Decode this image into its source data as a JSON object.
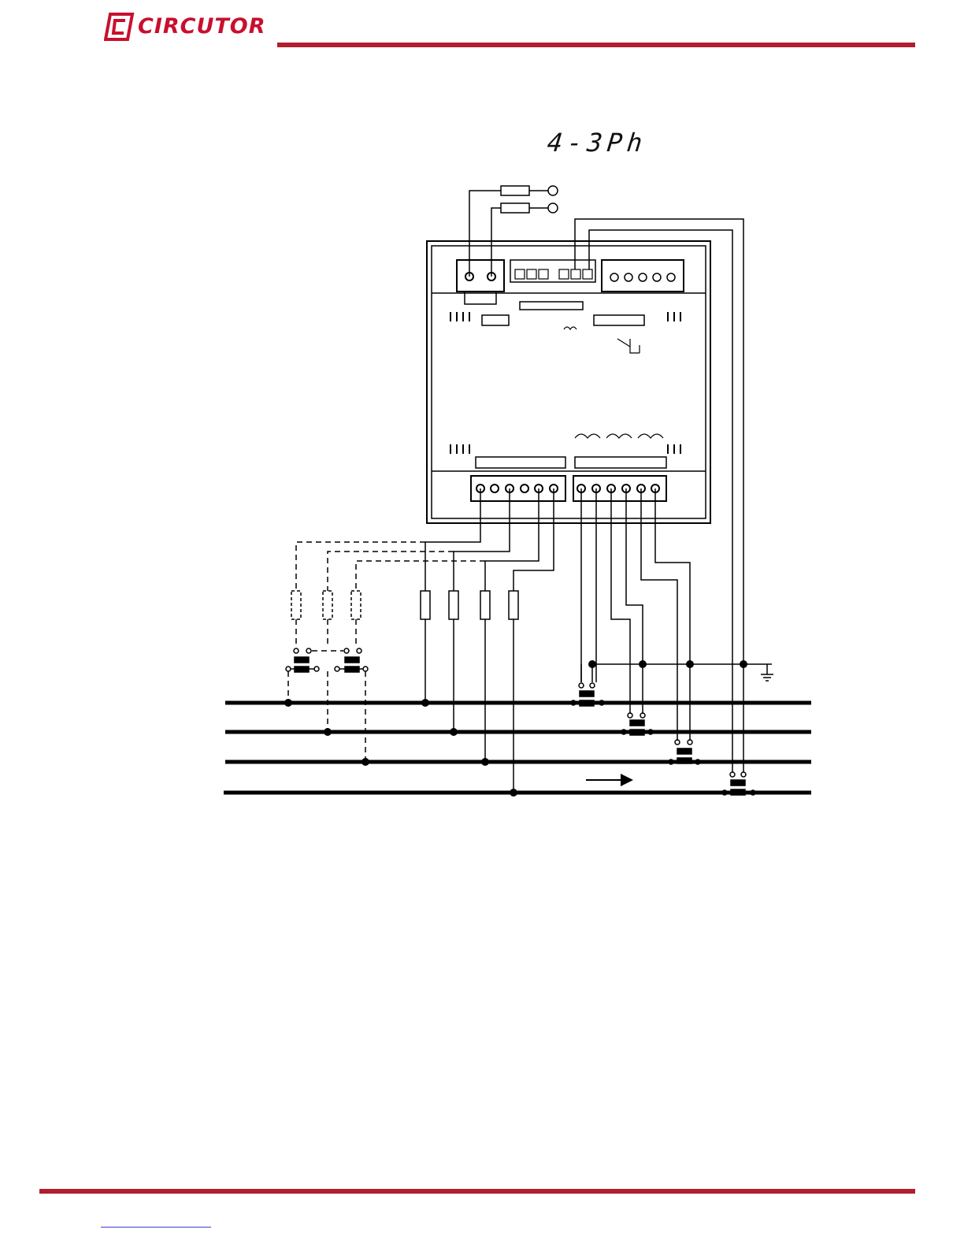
{
  "header": {
    "brand_name": "CIRCUTOR",
    "brand_color": "#c8102e",
    "rule_color": "#b01e2f"
  },
  "diagram": {
    "mode_label": "4-3Ph",
    "description_items": {
      "phase_lines": 4,
      "fuses_solid": 4,
      "fuses_dashed": 3,
      "current_transformers": 4,
      "flow_arrow": "right"
    }
  },
  "footer": {
    "rule_color": "#b01e2f",
    "link_underline_color": "#3b3bd6"
  }
}
